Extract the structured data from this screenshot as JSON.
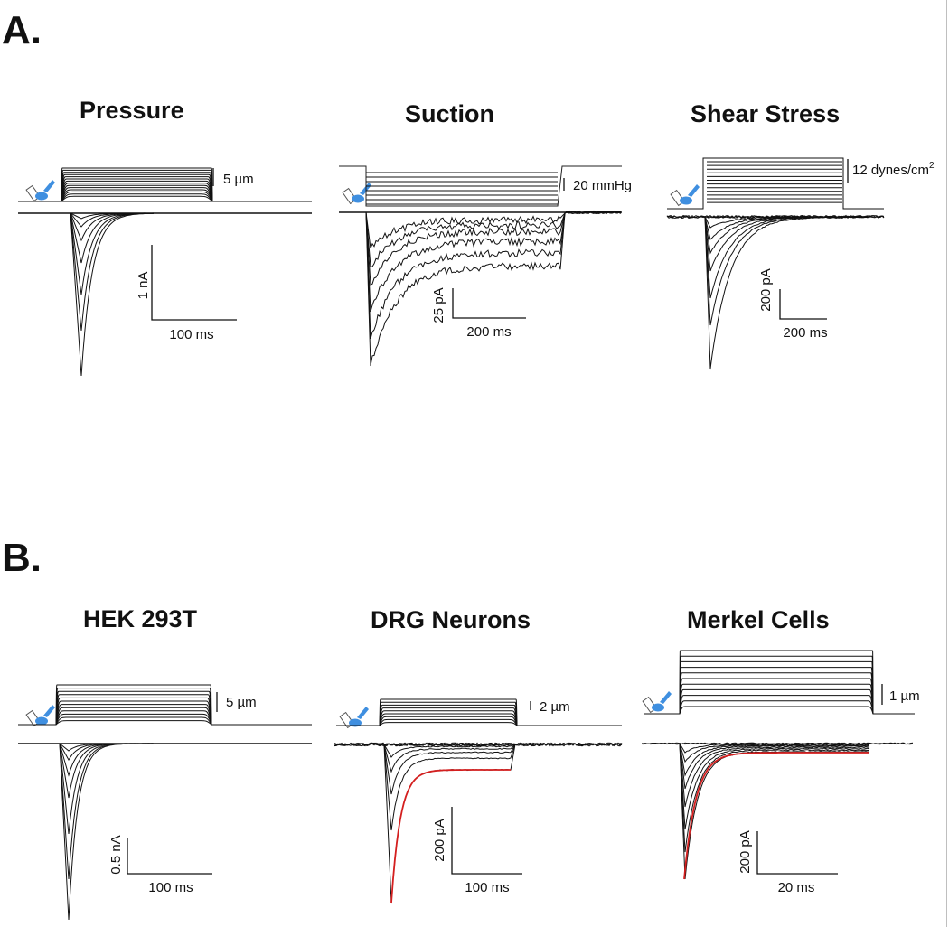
{
  "sections": [
    {
      "label": "A.",
      "panels": [
        {
          "title": "Pressure",
          "stimulus_scale": "5 µm",
          "current_scale_y": "1 nA",
          "time_scale": "100 ms"
        },
        {
          "title": "Suction",
          "stimulus_scale": "20 mmHg",
          "current_scale_y": "25 pA",
          "time_scale": "200 ms"
        },
        {
          "title": "Shear Stress",
          "stimulus_scale": "12 dynes/cm",
          "stimulus_scale_sup": "2",
          "current_scale_y": "200 pA",
          "time_scale": "200 ms"
        }
      ]
    },
    {
      "label": "B.",
      "panels": [
        {
          "title": "HEK 293T",
          "stimulus_scale": "5 µm",
          "current_scale_y": "0.5 nA",
          "time_scale": "100 ms"
        },
        {
          "title": "DRG Neurons",
          "stimulus_scale": "2 µm",
          "current_scale_y": "200 pA",
          "time_scale": "100 ms"
        },
        {
          "title": "Merkel Cells",
          "stimulus_scale": "1 µm",
          "current_scale_y": "200 pA",
          "time_scale": "20 ms"
        }
      ]
    }
  ],
  "colors": {
    "trace": "#111111",
    "fit_line": "#d41f1f",
    "pipette_icon": "#3f8fe0"
  },
  "icons": [
    "pipette-cell-icon"
  ]
}
